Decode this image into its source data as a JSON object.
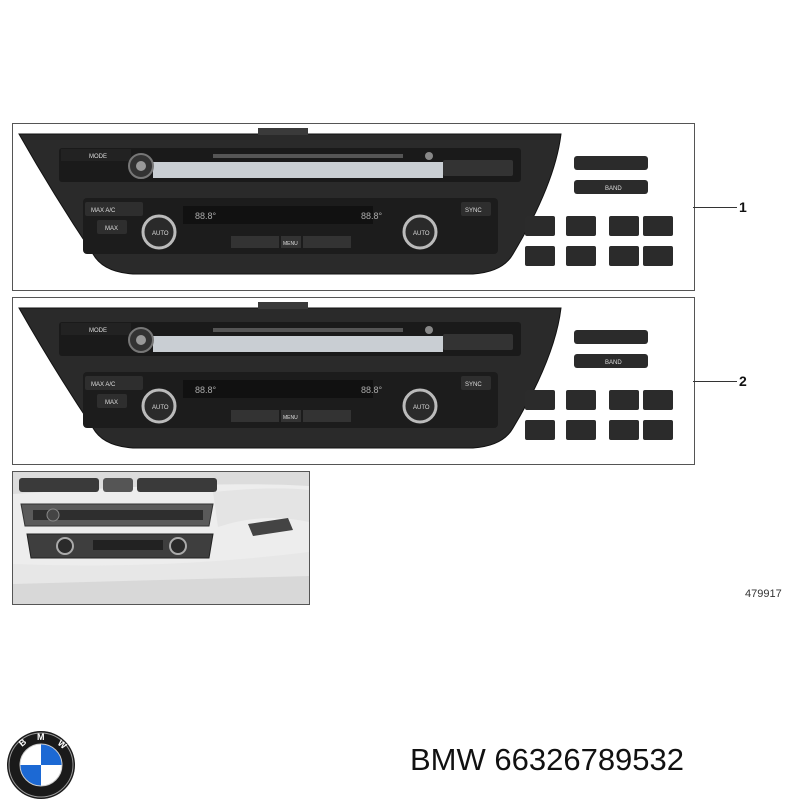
{
  "callouts": [
    {
      "number": "1"
    },
    {
      "number": "2"
    }
  ],
  "panel_labels": {
    "mode": "MODE",
    "max_ac": "MAX A/C",
    "max": "MAX",
    "auto": "AUTO",
    "sync": "SYNC",
    "menu": "MENU",
    "band": "BAND",
    "temp_display": "88.8°"
  },
  "reference_number": "479917",
  "caption": "BMW 66326789532",
  "logo": {
    "name": "bmw-roundel",
    "letters": "BMW",
    "blue": "#1c69d4"
  }
}
